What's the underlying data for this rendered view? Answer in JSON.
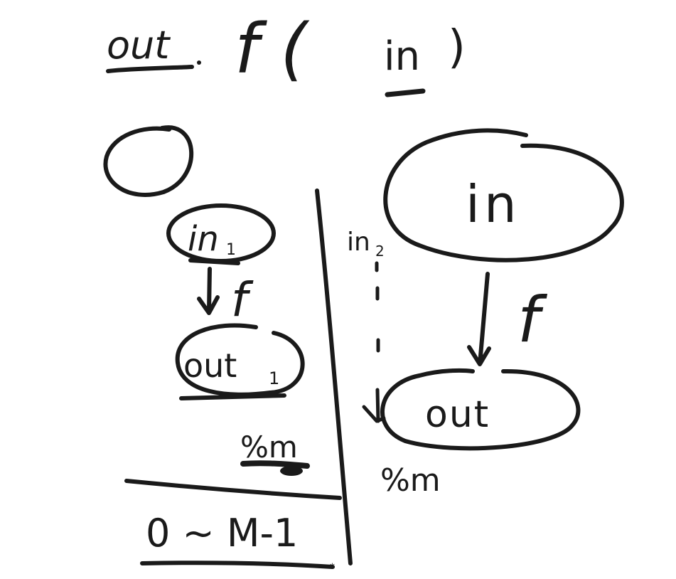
{
  "header": {
    "out_label": "out",
    "func_text": "f (",
    "in_label": "in",
    "close_paren": ")"
  },
  "left_panel": {
    "input_node": "in",
    "input_sub": "1",
    "func_label": "f",
    "output_node": "out",
    "output_sub": "1",
    "mod_label": "%m",
    "range_label": "0 ~ M-1"
  },
  "middle": {
    "input_label": "in",
    "input_sub": "2",
    "mod_label": "%m"
  },
  "right_panel": {
    "input_node": "in",
    "func_label": "f",
    "output_node": "out"
  }
}
